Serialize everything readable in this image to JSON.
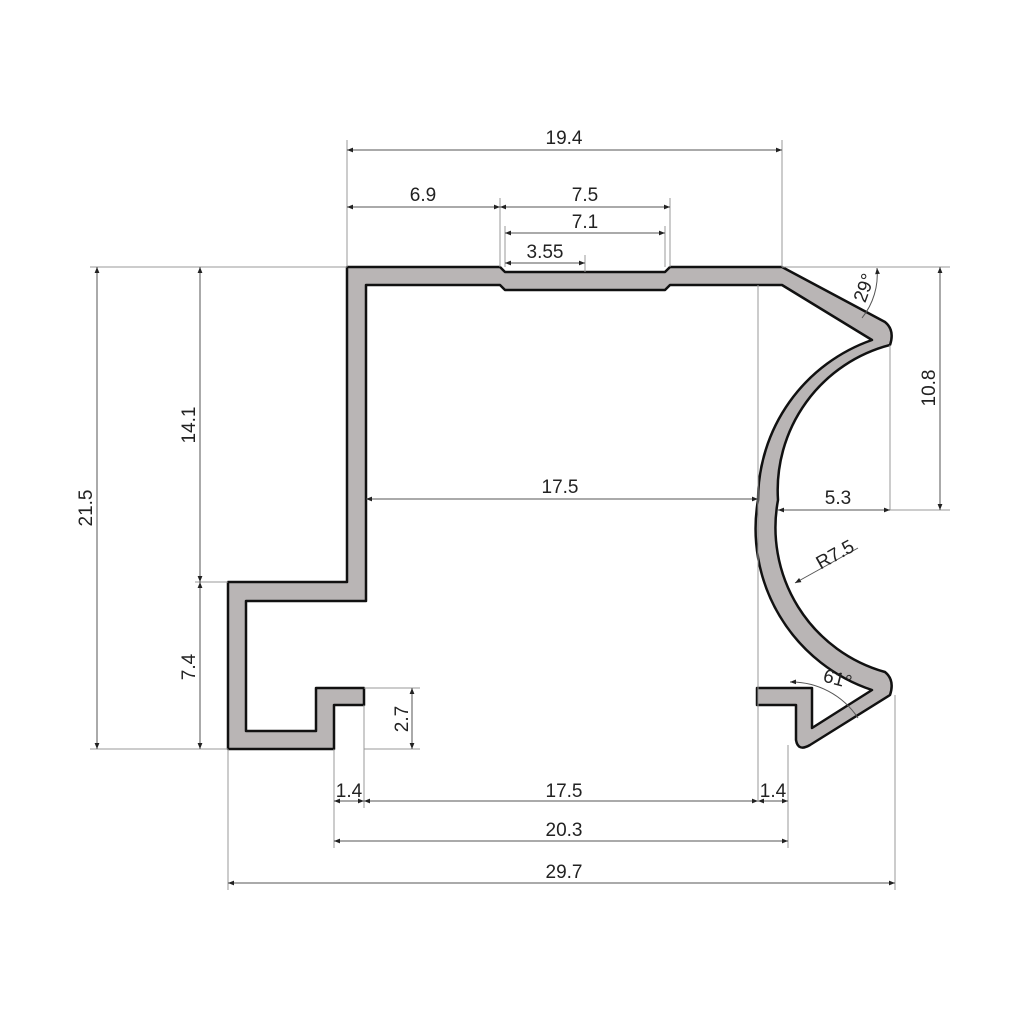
{
  "diagram": {
    "type": "aluminum profile cross-section technical drawing",
    "colors": {
      "profile_fill": "#b9b5b5",
      "outline": "#111111",
      "dimension_line": "#555555",
      "background": "#ffffff"
    },
    "dimensions": {
      "top_overall": "19.4",
      "top_left_offset": "6.9",
      "groove_outer": "7.5",
      "groove_inner": "7.1",
      "groove_half": "3.55",
      "left_overall_height": "21.5",
      "left_upper_height": "14.1",
      "left_lower_height": "7.4",
      "lip_height": "2.7",
      "inner_width": "17.5",
      "right_upper_height": "10.8",
      "right_offset": "5.3",
      "radius": "R7.5",
      "angle_top": "29°",
      "angle_bottom": "61°",
      "bottom_left_lip": "1.4",
      "bottom_opening": "17.5",
      "bottom_right_lip": "1.4",
      "bottom_mid_overall": "20.3",
      "bottom_overall": "29.7"
    }
  }
}
